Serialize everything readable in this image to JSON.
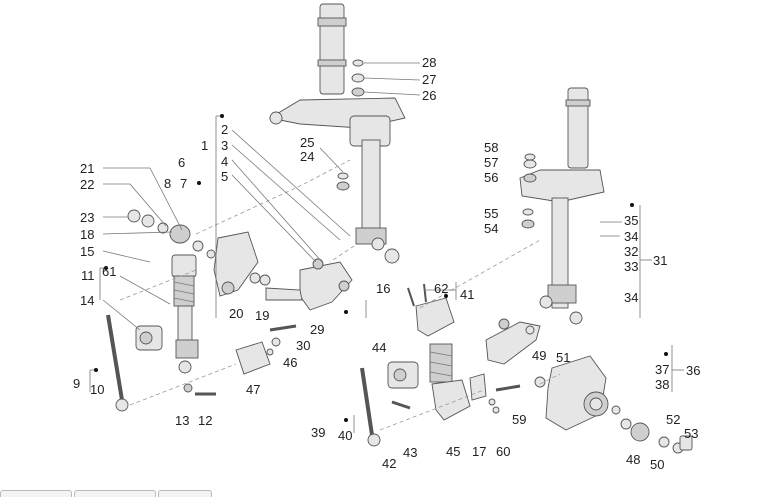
{
  "diagram": {
    "labels": [
      "1",
      "2",
      "3",
      "4",
      "5",
      "6",
      "7",
      "8",
      "9",
      "10",
      "11",
      "12",
      "13",
      "14",
      "15",
      "16",
      "17",
      "18",
      "19",
      "20",
      "21",
      "22",
      "23",
      "24",
      "25",
      "26",
      "27",
      "28",
      "29",
      "30",
      "31",
      "32",
      "33",
      "34",
      "35",
      "36",
      "37",
      "38",
      "39",
      "40",
      "41",
      "42",
      "43",
      "44",
      "45",
      "46",
      "47",
      "48",
      "49",
      "50",
      "51",
      "52",
      "53",
      "54",
      "55",
      "56",
      "57",
      "58",
      "59",
      "60",
      "61",
      "62"
    ]
  },
  "tabs": [
    "",
    "",
    ""
  ]
}
